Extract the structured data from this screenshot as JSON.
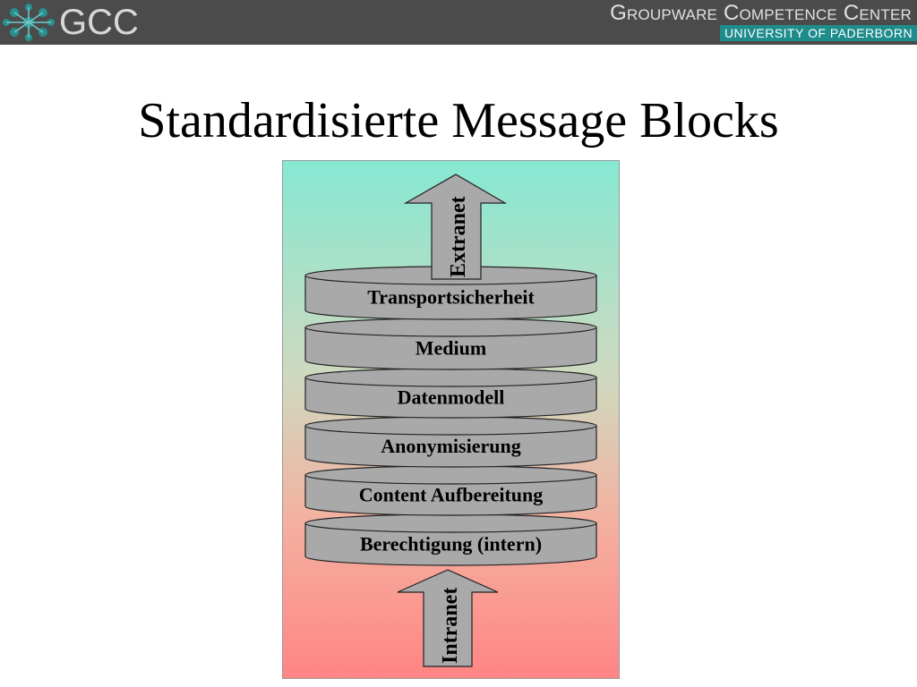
{
  "header": {
    "logo_text": "GCC",
    "org_name": "Groupware Competence Center",
    "org_sub": "UNIVERSITY OF PADERBORN"
  },
  "title": "Standardisierte Message Blocks",
  "diagram": {
    "top_arrow_label": "Extranet",
    "bottom_arrow_label": "Intranet",
    "layers": [
      "Transportsicherheit",
      "Medium",
      "Datenmodell",
      "Anonymisierung",
      "Content Aufbereitung",
      "Berechtigung (intern)"
    ],
    "colors": {
      "layer_fill": "#a9a9a9",
      "arrow_fill": "#a9a9a9",
      "gradient_top": "#86e8d2",
      "gradient_bottom": "#ff8585",
      "header_accent": "#1f8c8c"
    }
  }
}
